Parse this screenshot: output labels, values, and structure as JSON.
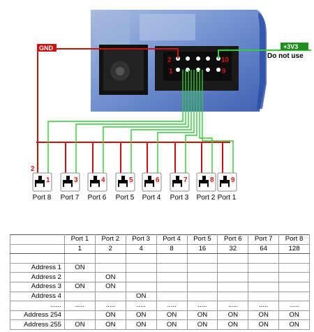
{
  "diagram": {
    "gnd_label": "GND",
    "v33_label": "+3V3",
    "do_not_use": "Do not use",
    "header_pins": {
      "top_left": "2",
      "top_right": "10",
      "bottom_left": "1",
      "bottom_right": "9"
    },
    "left_pin": "2",
    "switches": [
      {
        "num": "1",
        "port": "Port 8"
      },
      {
        "num": "3",
        "port": "Port 7"
      },
      {
        "num": "4",
        "port": "Port 6"
      },
      {
        "num": "5",
        "port": "Port 5"
      },
      {
        "num": "6",
        "port": "Port 4"
      },
      {
        "num": "7",
        "port": "Port 3"
      },
      {
        "num": "8",
        "port": "Port 2"
      },
      {
        "num": "9",
        "port": "Port 1"
      }
    ],
    "colors": {
      "gnd": "#cc1111",
      "signal": "#33cc33",
      "device": "#2b4fa8"
    }
  },
  "table": {
    "headers": [
      "Port 1",
      "Port 2",
      "Port 3",
      "Port 4",
      "Port 5",
      "Port 6",
      "Port 7",
      "Port 8"
    ],
    "weights": [
      "1",
      "2",
      "4",
      "8",
      "16",
      "32",
      "64",
      "128"
    ],
    "rows": [
      {
        "label": "",
        "cells": [
          "",
          "",
          "",
          "",
          "",
          "",
          "",
          ""
        ]
      },
      {
        "label": "Address 1",
        "cells": [
          "ON",
          "",
          "",
          "",
          "",
          "",
          "",
          ""
        ]
      },
      {
        "label": "Address 2",
        "cells": [
          "",
          "ON",
          "",
          "",
          "",
          "",
          "",
          ""
        ]
      },
      {
        "label": "Address 3",
        "cells": [
          "ON",
          "ON",
          "",
          "",
          "",
          "",
          "",
          ""
        ]
      },
      {
        "label": "Address 4",
        "cells": [
          "",
          "",
          "ON",
          "",
          "",
          "",
          "",
          ""
        ]
      },
      {
        "label": "......",
        "cells": [
          ".....",
          ".....",
          ".....",
          ".....",
          ".....",
          ".....",
          ".....",
          "....."
        ]
      },
      {
        "label": "Address 254",
        "cells": [
          "",
          "ON",
          "ON",
          "ON",
          "ON",
          "ON",
          "ON",
          "ON"
        ]
      },
      {
        "label": "Address 255",
        "cells": [
          "ON",
          "ON",
          "ON",
          "ON",
          "ON",
          "ON",
          "ON",
          "ON"
        ]
      }
    ]
  }
}
